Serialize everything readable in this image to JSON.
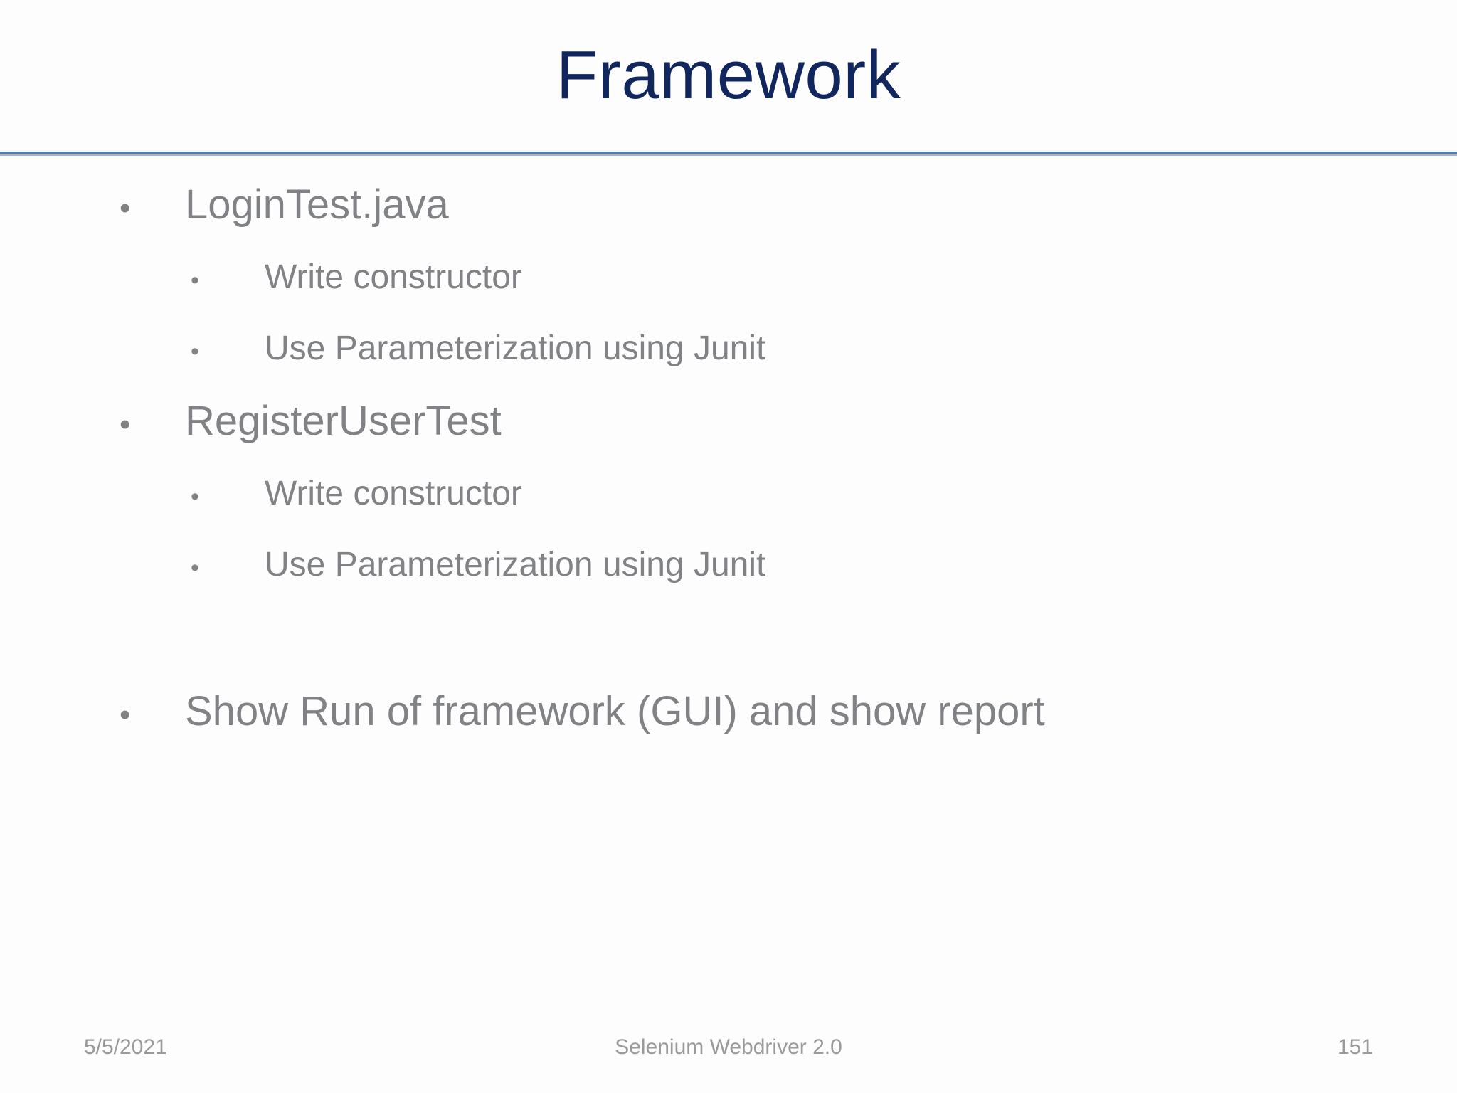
{
  "slide": {
    "title": "Framework",
    "title_color": "#10265c",
    "body_text_color": "#808285",
    "rule_color": "#4a7ebb",
    "background": "#fdfdfd"
  },
  "bullet_marker": "•",
  "content": [
    {
      "level": 1,
      "text": "LoginTest.java"
    },
    {
      "level": 2,
      "text": "Write constructor"
    },
    {
      "level": 2,
      "text": "Use Parameterization using Junit"
    },
    {
      "level": 1,
      "text": "RegisterUserTest"
    },
    {
      "level": 2,
      "text": "Write constructor"
    },
    {
      "level": 2,
      "text": "Use Parameterization using Junit"
    },
    {
      "level": 1,
      "text": ""
    },
    {
      "level": 1,
      "text": "Show Run of framework (GUI) and show report"
    }
  ],
  "footer": {
    "date": "5/5/2021",
    "center": "Selenium Webdriver 2.0",
    "page_number": "151"
  }
}
